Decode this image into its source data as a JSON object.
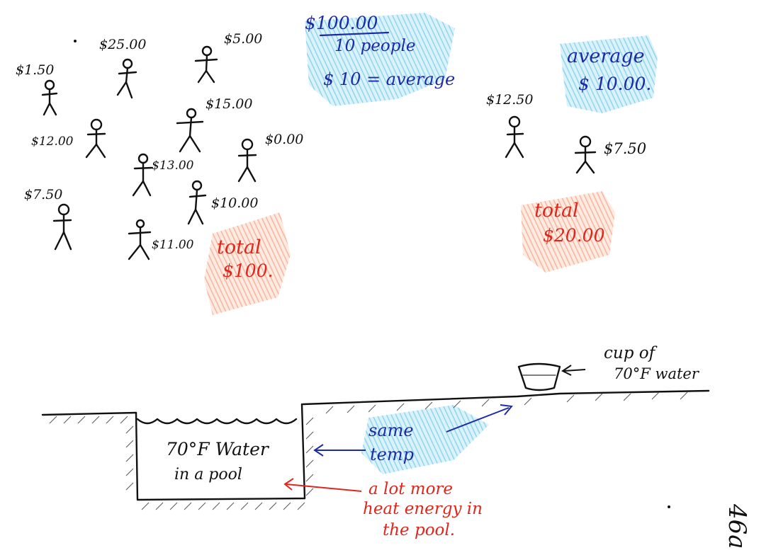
{
  "left_group": {
    "people": [
      {
        "label": "$1.50"
      },
      {
        "label": "$25.00"
      },
      {
        "label": "$5.00"
      },
      {
        "label": "$15.00"
      },
      {
        "label": "$12.00"
      },
      {
        "label": "$0.00"
      },
      {
        "label": "$13.00"
      },
      {
        "label": "$7.50"
      },
      {
        "label": "$10.00"
      },
      {
        "label": "$11.00"
      }
    ],
    "total_line1": "total",
    "total_line2": "$100."
  },
  "average_calc": {
    "numerator": "$100.00",
    "denominator": "10 people",
    "result": "$ 10 = average"
  },
  "right_group": {
    "people": [
      {
        "label": "$12.50"
      },
      {
        "label": "$7.50"
      }
    ],
    "average_line1": "average",
    "average_line2": "$ 10.00.",
    "total_line1": "total",
    "total_line2": "$20.00"
  },
  "bottom": {
    "cup_label_line1": "cup of",
    "cup_label_line2": "70°F water",
    "pool_label_line1": "70°F Water",
    "pool_label_line2": "in a pool",
    "same_temp_line1": "same",
    "same_temp_line2": "temp",
    "heat_line1": "a lot more",
    "heat_line2": "heat energy in",
    "heat_line3": "the pool."
  },
  "page_number": "46a",
  "colors": {
    "ink": "#111111",
    "blue_ink": "#1d2aa8",
    "red_ink": "#e0261c",
    "blue_highlight": "#8fd6ee",
    "orange_highlight": "#f7b9a2"
  }
}
